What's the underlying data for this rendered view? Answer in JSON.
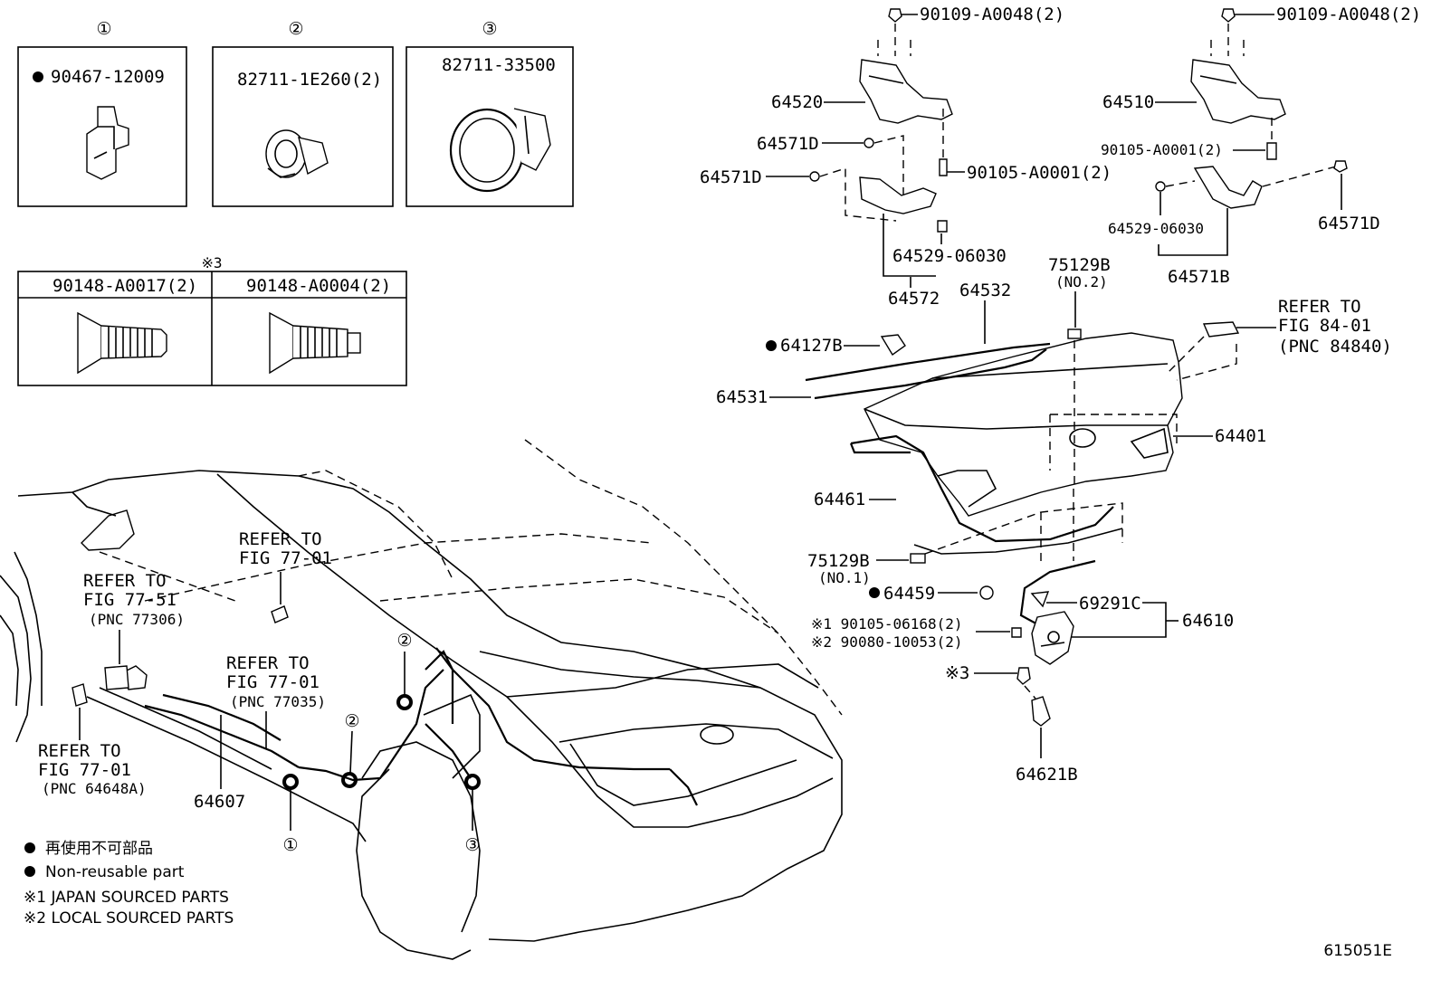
{
  "inset_boxes": [
    {
      "circle": "①",
      "part": "90467-12009",
      "nonreusable": true
    },
    {
      "circle": "②",
      "part": "82711-1E260(2)",
      "nonreusable": false
    },
    {
      "circle": "③",
      "part": "82711-33500",
      "nonreusable": false
    }
  ],
  "screw_table": {
    "note_mark": "※3",
    "left": "90148-A0017(2)",
    "right": "90148-A0004(2)"
  },
  "callouts": {
    "p90109_left": "90109-A0048(2)",
    "p90109_right": "90109-A0048(2)",
    "p64520": "64520",
    "p64510": "64510",
    "p64571D_a": "64571D",
    "p64571D_b": "64571D",
    "p64571D_c": "64571D",
    "p90105_left": "90105-A0001(2)",
    "p90105_right": "90105-A0001(2)",
    "p64529_left": "64529-06030",
    "p64529_right": "64529-06030",
    "p64572": "64572",
    "p64571B": "64571B",
    "p64532": "64532",
    "p75129B_top": "75129B",
    "p75129B_top_sub": "(NO.2)",
    "p64127B": "64127B",
    "p64531": "64531",
    "p64401": "64401",
    "p64461": "64461",
    "p75129B_bot": "75129B",
    "p75129B_bot_sub": "(NO.1)",
    "p64459": "64459",
    "p69291C": "69291C",
    "p64610": "64610",
    "p90105_06168": "※1 90105-06168(2)",
    "p90080_10053": "※2 90080-10053(2)",
    "p_note3": "※3",
    "p64621B": "64621B",
    "p64607": "64607"
  },
  "refer_blocks": {
    "ref_84840": [
      "REFER TO",
      "FIG 84-01",
      "(PNC 84840)"
    ],
    "ref_77_01_top": [
      "REFER TO",
      "FIG 77-01"
    ],
    "ref_77306": [
      "REFER TO",
      "FIG 77-51",
      "(PNC 77306)"
    ],
    "ref_77035": [
      "REFER TO",
      "FIG 77-01",
      "(PNC 77035)"
    ],
    "ref_64648A": [
      "REFER TO",
      "FIG 77-01",
      "(PNC 64648A)"
    ]
  },
  "clip_markers": [
    "②",
    "②",
    "①",
    "③"
  ],
  "legend": {
    "line1": "再使用不可部品",
    "line2": "Non-reusable part",
    "line3": "※1 JAPAN SOURCED PARTS",
    "line4": "※2 LOCAL SOURCED PARTS"
  },
  "figure_id": "615051E"
}
